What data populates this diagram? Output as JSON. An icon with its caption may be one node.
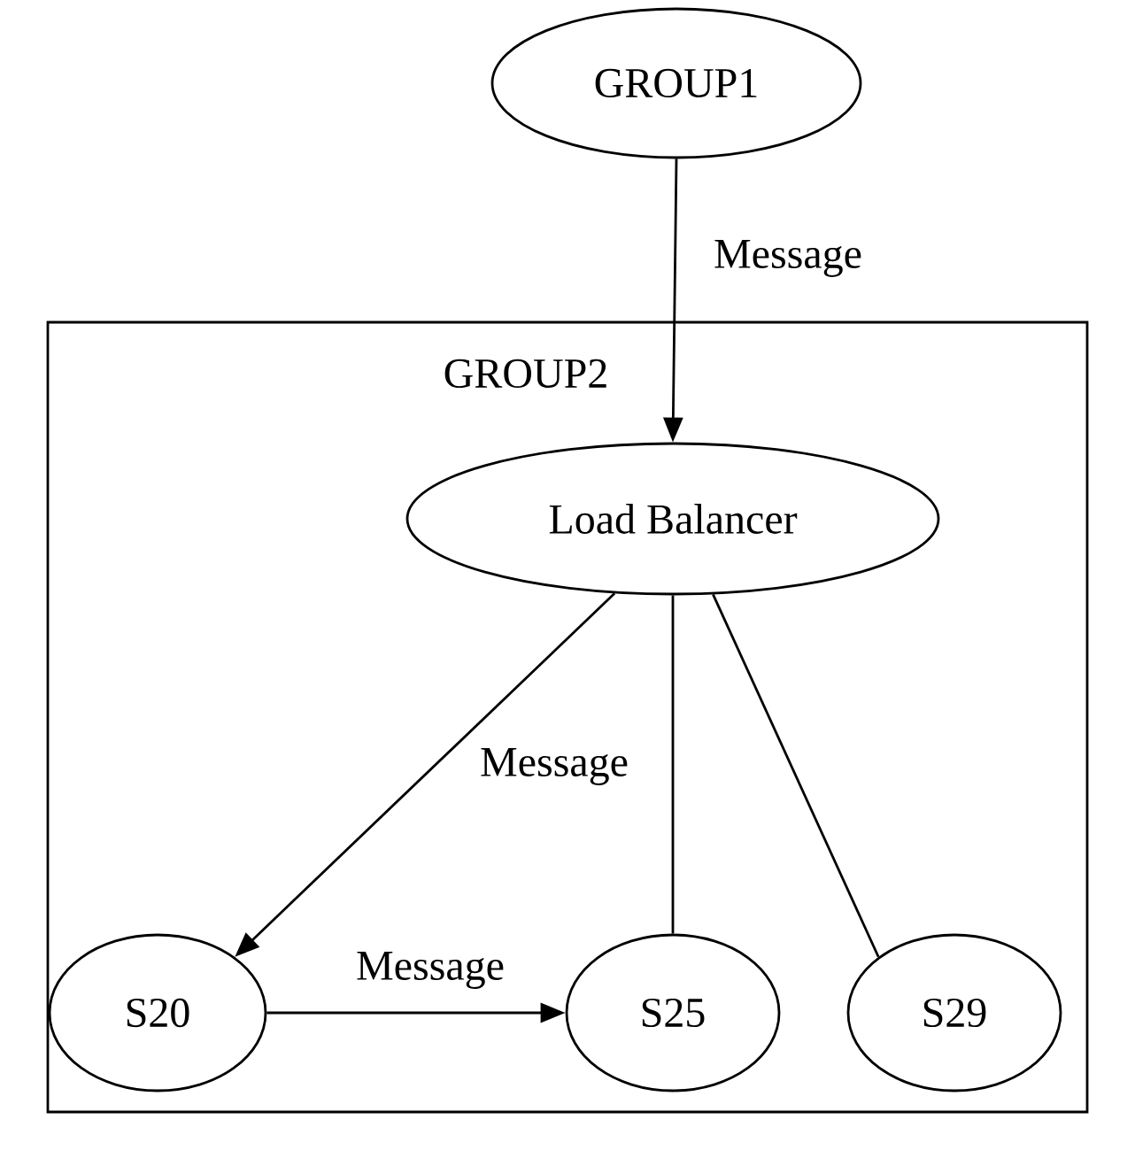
{
  "diagram": {
    "nodes": [
      {
        "text": [
          "GROUP1"
        ]
      },
      {
        "text": [
          "GROUP2"
        ]
      },
      {
        "text": [
          "Load Balancer"
        ],
        "in": 1
      },
      {
        "text": [
          "S20"
        ],
        "in": 1
      },
      {
        "text": [
          "S25"
        ],
        "in": 1
      },
      {
        "text": [
          "S29"
        ],
        "in": 1
      }
    ],
    "edges": [
      {
        "from": 0,
        "to": 2,
        "arrow": "to",
        "label": "Message"
      },
      {
        "from": 2,
        "to": 3,
        "arrow": "to",
        "label": "Message"
      },
      {
        "from": 3,
        "to": 4,
        "arrow": "to",
        "label": "Message"
      },
      {
        "from": 2,
        "to": 4,
        "arrow": "none"
      },
      {
        "from": 2,
        "to": 5,
        "arrow": "none"
      }
    ]
  }
}
